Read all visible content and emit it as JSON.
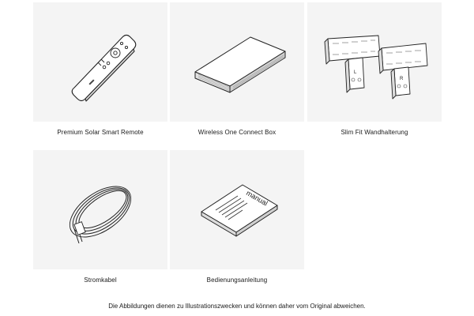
{
  "items": [
    {
      "label": "Premium Solar Smart Remote",
      "icon": "remote-control-icon"
    },
    {
      "label": "Wireless One Connect Box",
      "icon": "connect-box-icon"
    },
    {
      "label": "Slim Fit Wandhalterung",
      "icon": "wall-mount-icon",
      "marks": [
        "L",
        "R"
      ]
    },
    {
      "label": "Stromkabel",
      "icon": "power-cable-icon"
    },
    {
      "label": "Bedienungsanleitung",
      "icon": "manual-icon",
      "cover_text": "manual"
    }
  ],
  "footer": "Die Abbildungen dienen zu Illustrationszwecken und können daher vom Original abweichen."
}
